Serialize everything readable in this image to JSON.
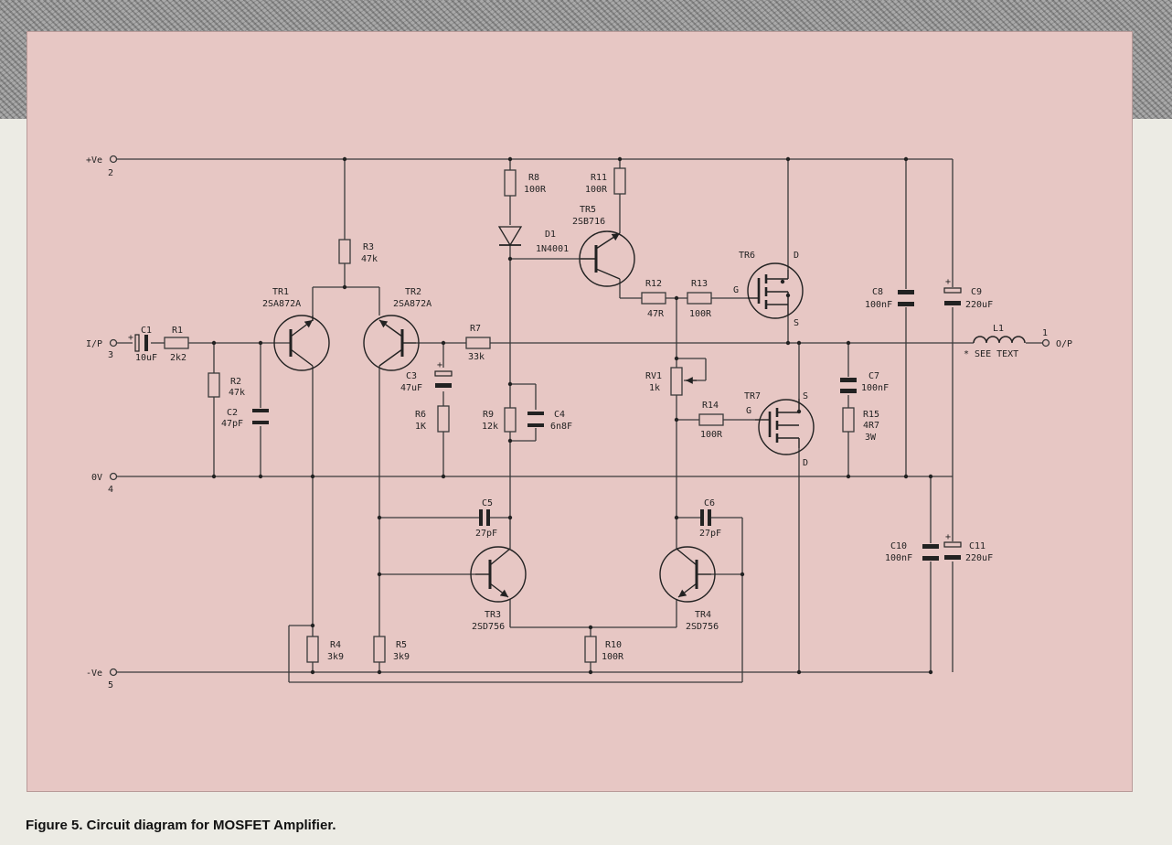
{
  "caption": "Figure 5. Circuit diagram for MOSFET Amplifier.",
  "colors": {
    "panel": "#e7c7c4",
    "wire": "#3a3a3a",
    "ink": "#222222",
    "texture": "#8f8f8f"
  },
  "terminals": {
    "vpos_label": "+Ve",
    "vpos_pin": "2",
    "input_label": "I/P",
    "input_pin": "3",
    "zero_label": "0V",
    "zero_pin": "4",
    "vneg_label": "-Ve",
    "vneg_pin": "5",
    "output_label": "O/P",
    "output_pin": "1"
  },
  "components": {
    "C1": {
      "ref": "C1",
      "value": "10uF"
    },
    "R1": {
      "ref": "R1",
      "value": "2k2"
    },
    "R2": {
      "ref": "R2",
      "value": "47k"
    },
    "C2": {
      "ref": "C2",
      "value": "47pF"
    },
    "R3": {
      "ref": "R3",
      "value": "47k"
    },
    "TR1": {
      "ref": "TR1",
      "value": "2SA872A"
    },
    "TR2": {
      "ref": "TR2",
      "value": "2SA872A"
    },
    "R7": {
      "ref": "R7",
      "value": "33k"
    },
    "C3": {
      "ref": "C3",
      "value": "47uF"
    },
    "R6": {
      "ref": "R6",
      "value": "1K"
    },
    "R8": {
      "ref": "R8",
      "value": "100R"
    },
    "D1": {
      "ref": "D1",
      "value": "1N4001"
    },
    "R9": {
      "ref": "R9",
      "value": "12k"
    },
    "C4": {
      "ref": "C4",
      "value": "6n8F"
    },
    "R11": {
      "ref": "R11",
      "value": "100R"
    },
    "TR5": {
      "ref": "TR5",
      "value": "2SB716"
    },
    "R12": {
      "ref": "R12",
      "value": "47R"
    },
    "R13": {
      "ref": "R13",
      "value": "100R"
    },
    "TR6": {
      "ref": "TR6",
      "gate": "G",
      "drain": "D",
      "source": "S"
    },
    "RV1": {
      "ref": "RV1",
      "value": "1k"
    },
    "R14": {
      "ref": "R14",
      "value": "100R"
    },
    "TR7": {
      "ref": "TR7",
      "gate": "G",
      "drain": "D",
      "source": "S"
    },
    "C7": {
      "ref": "C7",
      "value": "100nF"
    },
    "R15": {
      "ref": "R15",
      "value": "4R7",
      "rating": "3W"
    },
    "C8": {
      "ref": "C8",
      "value": "100nF"
    },
    "C9": {
      "ref": "C9",
      "value": "220uF"
    },
    "L1": {
      "ref": "L1",
      "note": "* SEE TEXT"
    },
    "C5": {
      "ref": "C5",
      "value": "27pF"
    },
    "C6": {
      "ref": "C6",
      "value": "27pF"
    },
    "TR3": {
      "ref": "TR3",
      "value": "2SD756"
    },
    "TR4": {
      "ref": "TR4",
      "value": "2SD756"
    },
    "R10": {
      "ref": "R10",
      "value": "100R"
    },
    "R4": {
      "ref": "R4",
      "value": "3k9"
    },
    "R5": {
      "ref": "R5",
      "value": "3k9"
    },
    "C10": {
      "ref": "C10",
      "value": "100nF"
    },
    "C11": {
      "ref": "C11",
      "value": "220uF"
    }
  }
}
